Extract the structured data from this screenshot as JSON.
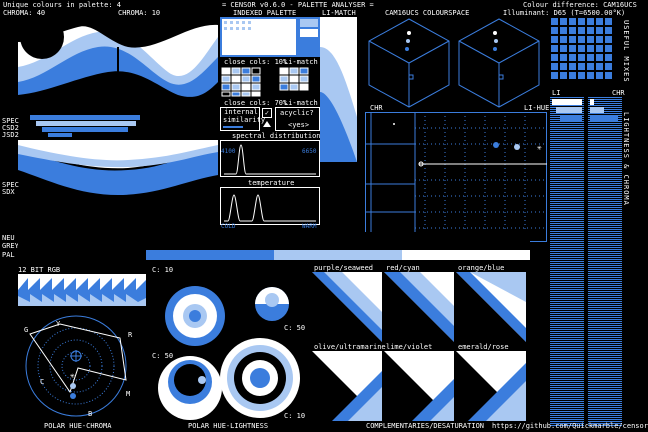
{
  "colors": {
    "bg": "#000000",
    "blue": "#3b7ddd",
    "light": "#a9c8f2",
    "white": "#ffffff",
    "frame": "#2a6fd6"
  },
  "header": {
    "unique_colours": "Unique colours in palette: 4",
    "chroma_left": "CHROMA: 40",
    "chroma_mid": "CHROMA: 10",
    "app_title": "= CENSOR v0.6.0 - PALETTE ANALYSER =",
    "colour_difference": "Colour difference: CAM16UCS",
    "illuminant": "Illuminant: D65 (T=6500.00°K)"
  },
  "indexed_palette": {
    "title": "INDEXED PALETTE",
    "close_cols_10": "close cols: 10%",
    "li_match_1": "Li-match",
    "close_cols_70": "close cols: 70%",
    "li_match_2": "Li-match",
    "internal_similarity": "internal similarity",
    "acyclic": "acyclic?",
    "yes": "<yes>",
    "check_mark": "✓"
  },
  "spectral": {
    "title": "spectral distribution",
    "min": "4100",
    "max": "6650"
  },
  "temperature": {
    "title": "temperature",
    "cold": "COLD",
    "warm": "WARM"
  },
  "li_match_label": "LI-MATCH",
  "colourspace_label": "CAM16UCS COLOURSPACE",
  "chr_label": "CHR",
  "li_hue_label": "LI-HUE",
  "right_panel": {
    "li": "LI",
    "chr": "CHR",
    "useful_mixes": "USEFUL MIXES",
    "lightness_chroma": "LIGHTNESS & CHROMA"
  },
  "left_labels": {
    "spec": "SPEC",
    "csd": "CSD2",
    "jsd": "JSD2",
    "spec2": "SPEC",
    "sdx": "SDX",
    "neu": "NEU",
    "grey": "GREY",
    "pal": "PAL"
  },
  "rgb": {
    "title": "12 BIT RGB"
  },
  "polar_hc": {
    "title": "POLAR HUE-CHROMA",
    "G": "G",
    "Y": "Y",
    "R": "R",
    "C": "C",
    "M": "M",
    "B": "B"
  },
  "polar_hl": {
    "title": "POLAR HUE-LIGHTNESS",
    "c10": "C: 10",
    "c50a": "C: 50",
    "c50b": "C: 50",
    "c10b": "C: 10"
  },
  "complementaries": {
    "title": "COMPLEMENTARIES/DESATURATION",
    "purple": "purple/seaweed",
    "red": "red/cyan",
    "orange": "orange/blue",
    "olive": "olive/ultramarine",
    "lime": "lime/violet",
    "emerald": "emerald/rose"
  },
  "footer_url": "https://github.com/Quickmarble/censor"
}
